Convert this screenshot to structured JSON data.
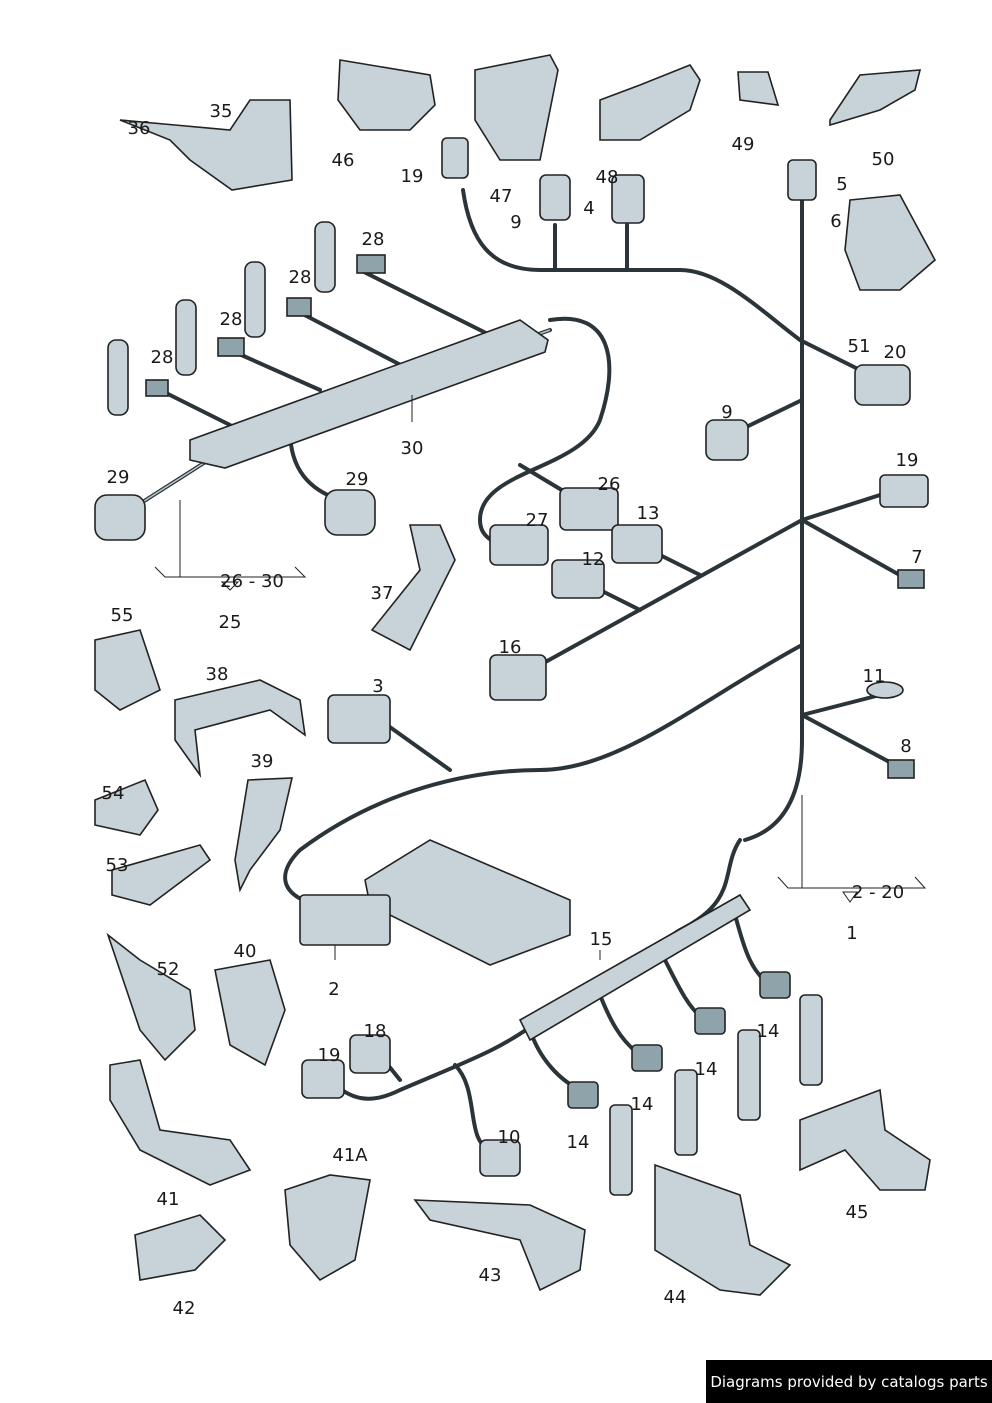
{
  "labels": [
    "36",
    "35",
    "46",
    "19",
    "47",
    "48",
    "4",
    "9",
    "49",
    "5",
    "6",
    "50",
    "28",
    "28",
    "28",
    "28",
    "30",
    "51",
    "20",
    "9",
    "29",
    "29",
    "26",
    "19",
    "13",
    "27",
    "12",
    "7",
    "26 - 30",
    "25",
    "37",
    "55",
    "16",
    "38",
    "3",
    "11",
    "8",
    "39",
    "54",
    "53",
    "2 - 20",
    "1",
    "15",
    "40",
    "52",
    "2",
    "18",
    "14",
    "19",
    "14",
    "14",
    "14",
    "10",
    "41A",
    "41",
    "45",
    "43",
    "44",
    "42"
  ],
  "footer": "Diagrams provided by catalogs parts"
}
